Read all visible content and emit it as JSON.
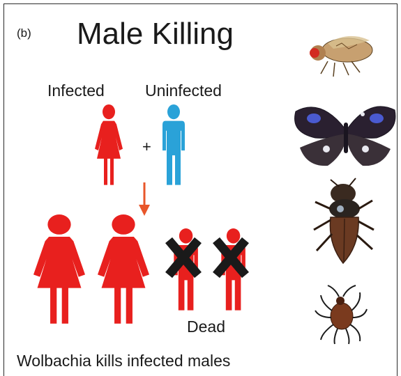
{
  "panel_label": "(b)",
  "title": "Male Killing",
  "parents": {
    "infected_label": "Infected",
    "plus_sign": "+",
    "uninfected_label": "Uninfected"
  },
  "offspring": {
    "dead_label": "Dead"
  },
  "caption": "Wolbachia kills infected males",
  "colors": {
    "infected": "#e8201e",
    "uninfected": "#2aa2d8",
    "arrow": "#e8562a",
    "cross": "#1a1a1a"
  },
  "insects": [
    "fruit-fly",
    "butterfly",
    "beetle",
    "spider"
  ]
}
